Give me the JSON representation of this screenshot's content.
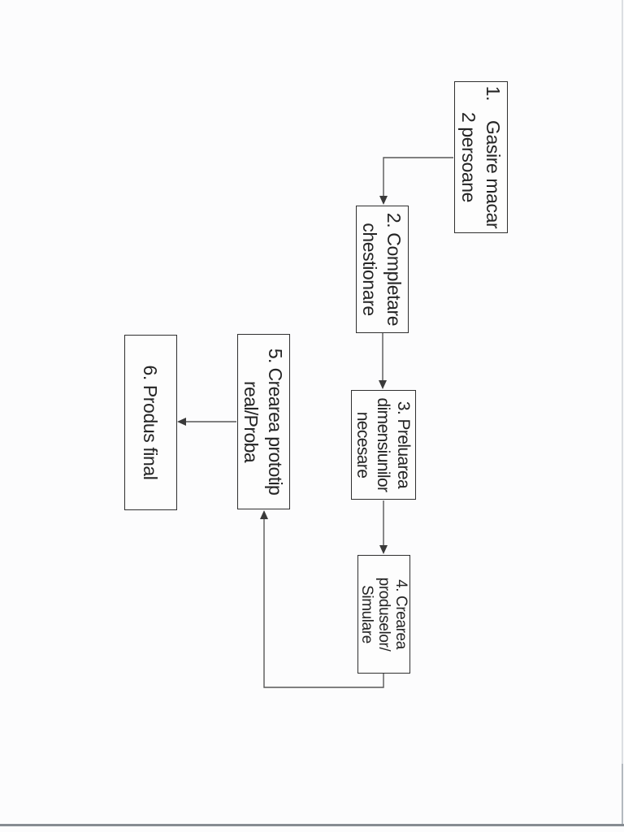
{
  "document": {
    "kind": "scanned flowchart page",
    "paper_color": "#fcfcfd",
    "ink_color": "#242424",
    "connector_color": "#575757"
  },
  "flowchart": {
    "nodes": [
      {
        "id": "1",
        "lines": [
          "1.    Gasire macar",
          "2 persoane"
        ]
      },
      {
        "id": "2",
        "lines": [
          "2. Completare",
          "chestionare"
        ]
      },
      {
        "id": "3",
        "lines": [
          "3. Preluarea",
          "dimensiunilor",
          "necesare"
        ]
      },
      {
        "id": "4",
        "lines": [
          "4. Crearea",
          "produselor/",
          "Simulare"
        ]
      },
      {
        "id": "5",
        "lines": [
          "5. Crearea prototip",
          "real/Proba"
        ]
      },
      {
        "id": "6",
        "lines": [
          "6. Produs final"
        ]
      }
    ],
    "edges": [
      {
        "from": "1",
        "to": "2"
      },
      {
        "from": "2",
        "to": "3"
      },
      {
        "from": "3",
        "to": "4"
      },
      {
        "from": "4",
        "to": "5"
      },
      {
        "from": "5",
        "to": "6"
      }
    ]
  }
}
